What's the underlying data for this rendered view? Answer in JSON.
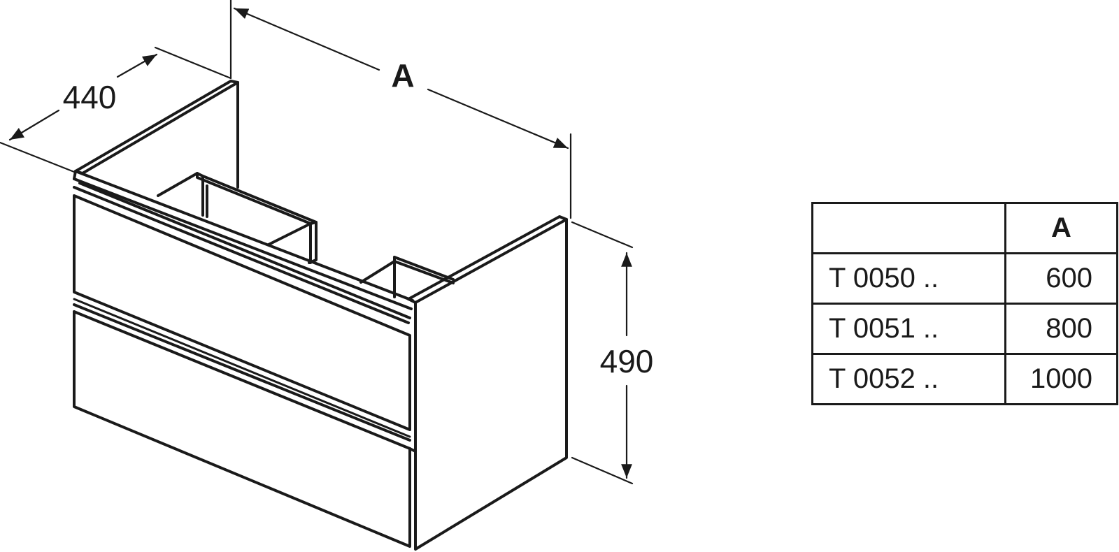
{
  "dimensions": {
    "width_label": "A",
    "depth_label": "440",
    "height_label": "490"
  },
  "table": {
    "header": [
      "",
      "A"
    ],
    "rows": [
      {
        "code": "T 0050 ..",
        "a": "600"
      },
      {
        "code": "T 0051 ..",
        "a": "800"
      },
      {
        "code": "T 0052 ..",
        "a": "1000"
      }
    ]
  },
  "colors": {
    "line": "#1a1a1a",
    "background": "#ffffff"
  }
}
